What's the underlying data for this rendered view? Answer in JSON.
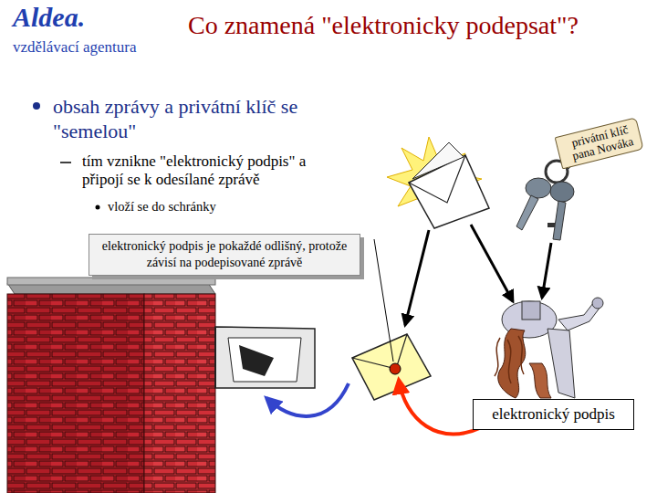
{
  "diagram": {
    "title": "Co znamená \"elektronicky podepsat\"?",
    "nodes": [
      {
        "text": [
          "privátní klíč pana Nováka"
        ]
      },
      {
        "text": [
          "elektronický podpis je pokaždé odlišný, protože závisí na podepisované zprávě"
        ]
      },
      {
        "text": [
          "elektronický podpis"
        ]
      }
    ],
    "labels": [
      "Aldea.",
      "vzdělávací agentura",
      "obsah zprávy a privátní klíč se \"semelou\"",
      "tím vznikne \"elektronický podpis\" a připojí se k odesílané zprávě",
      "vloží se do schránky"
    ]
  }
}
